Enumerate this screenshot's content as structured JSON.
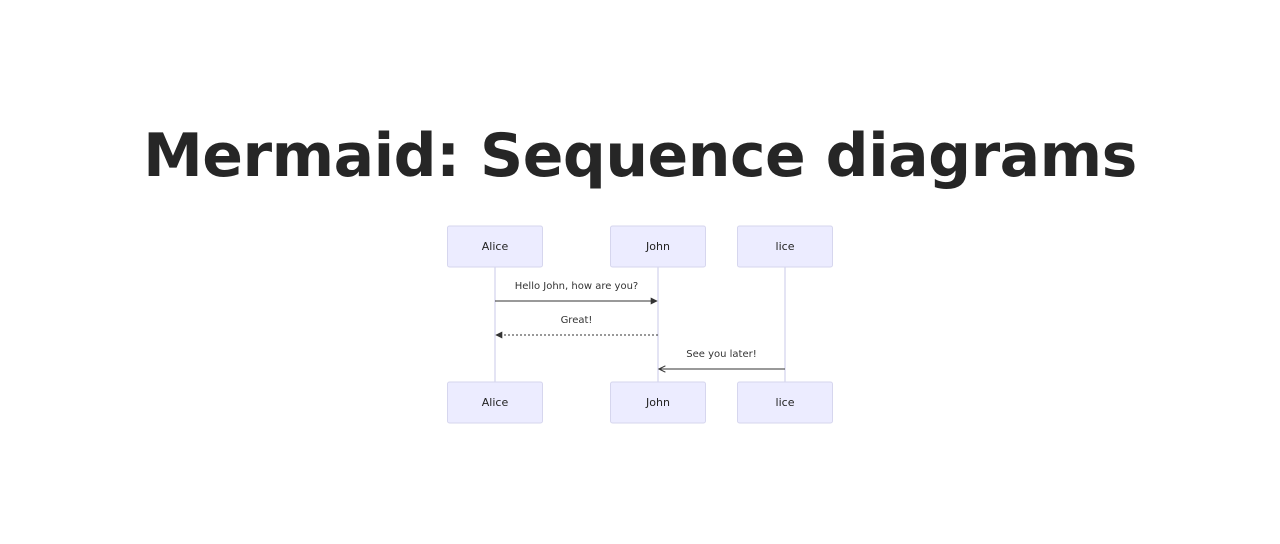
{
  "page": {
    "title": "Mermaid: Sequence diagrams"
  },
  "diagram": {
    "participants": [
      {
        "id": "alice",
        "label": "Alice"
      },
      {
        "id": "john",
        "label": "John"
      },
      {
        "id": "lice",
        "label": "lice"
      }
    ],
    "messages": [
      {
        "from": "alice",
        "to": "john",
        "text": "Hello John, how are you?",
        "style": "solid",
        "arrow": "filled"
      },
      {
        "from": "john",
        "to": "alice",
        "text": "Great!",
        "style": "dotted",
        "arrow": "filled"
      },
      {
        "from": "lice",
        "to": "john",
        "text": "See you later!",
        "style": "solid",
        "arrow": "open"
      }
    ],
    "colors": {
      "actor_fill": "#ececff",
      "actor_stroke": "#d6d6ee",
      "lifeline": "#c8c8e8",
      "message": "#333333",
      "title": "#262626"
    }
  }
}
